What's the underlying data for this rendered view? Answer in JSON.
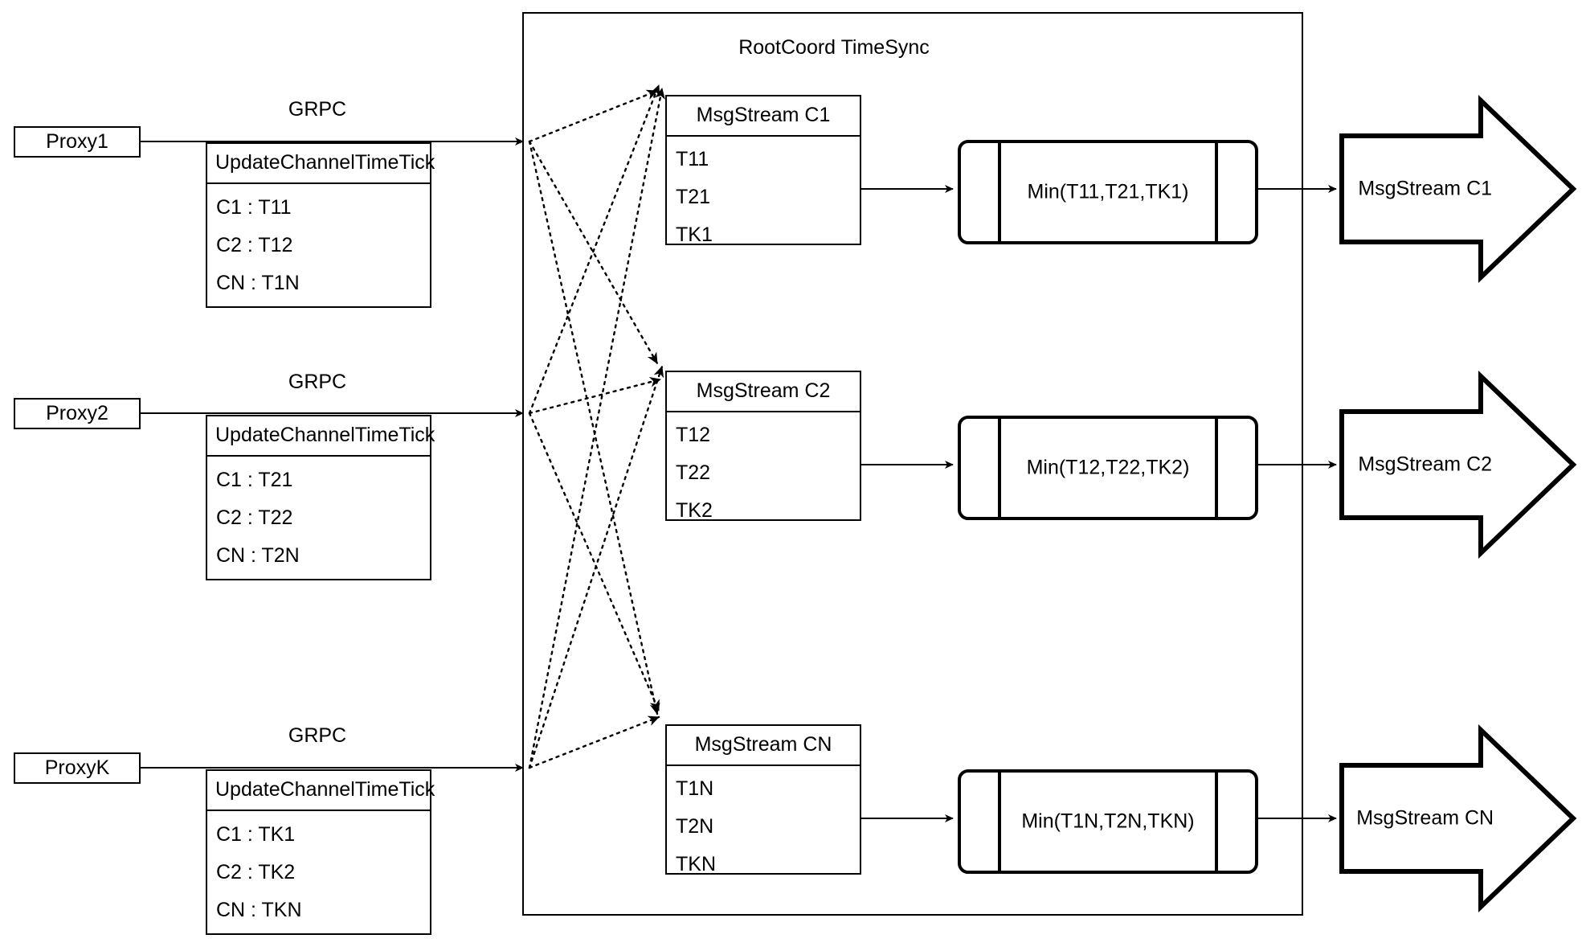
{
  "diagram": {
    "title": "RootCoord TimeSync",
    "container_label": "RootCoord TimeSync"
  },
  "proxies": [
    {
      "name": "Proxy1",
      "link_label": "GRPC",
      "request": {
        "header": "UpdateChannelTimeTick",
        "rows": [
          "C1 :  T11",
          "C2 :  T12",
          "CN : T1N"
        ]
      }
    },
    {
      "name": "Proxy2",
      "link_label": "GRPC",
      "request": {
        "header": "UpdateChannelTimeTick",
        "rows": [
          "C1 :  T21",
          "C2 :  T22",
          "CN : T2N"
        ]
      }
    },
    {
      "name": "ProxyK",
      "link_label": "GRPC",
      "request": {
        "header": "UpdateChannelTimeTick",
        "rows": [
          "C1 :  TK1",
          "C2 :  TK2",
          "CN : TKN"
        ]
      }
    }
  ],
  "channels": [
    {
      "stream": {
        "header": "MsgStream C1",
        "rows": [
          "T11",
          "T21",
          "TK1"
        ]
      },
      "min": "Min(T11,T21,TK1)",
      "output": "MsgStream C1"
    },
    {
      "stream": {
        "header": "MsgStream C2",
        "rows": [
          "T12",
          "T22",
          "TK2"
        ]
      },
      "min": "Min(T12,T22,TK2)",
      "output": "MsgStream C2"
    },
    {
      "stream": {
        "header": "MsgStream CN",
        "rows": [
          "T1N",
          "T2N",
          "TKN"
        ]
      },
      "min": "Min(T1N,T2N,TKN)",
      "output": "MsgStream CN"
    }
  ],
  "colors": {
    "stroke": "#000000",
    "background": "#ffffff"
  }
}
